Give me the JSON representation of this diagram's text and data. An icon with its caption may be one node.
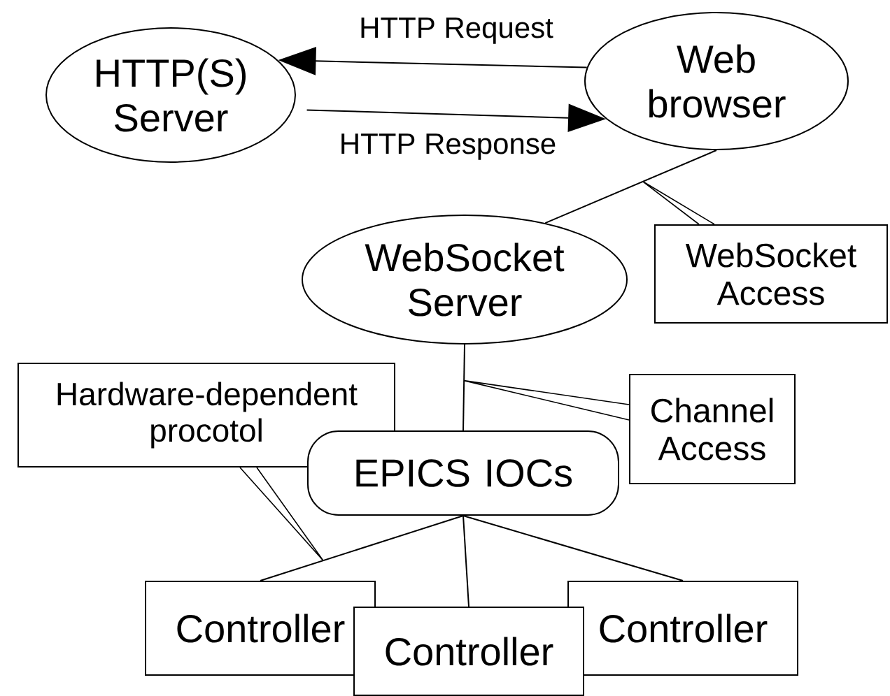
{
  "diagram": {
    "nodes": [
      {
        "text": [
          "HTTP(S) Server"
        ]
      },
      {
        "text": [
          "Web browser"
        ]
      },
      {
        "text": [
          "WebSocket Server"
        ]
      },
      {
        "text": [
          "WebSocket Access"
        ]
      },
      {
        "text": [
          "Hardware-dependent procotol"
        ]
      },
      {
        "text": [
          "Channel Access"
        ]
      },
      {
        "text": [
          "EPICS IOCs"
        ]
      },
      {
        "text": [
          "Controller"
        ]
      },
      {
        "text": [
          "Controller"
        ]
      },
      {
        "text": [
          "Controller"
        ]
      }
    ],
    "edges": [
      {
        "from": 1,
        "to": 0,
        "arrow": "to",
        "label": "HTTP Request"
      },
      {
        "from": 0,
        "to": 1,
        "arrow": "to",
        "label": "HTTP Response"
      },
      {
        "from": 1,
        "to": 2,
        "arrow": "none"
      },
      {
        "from": 2,
        "to": 6,
        "arrow": "none"
      },
      {
        "from": 6,
        "to": 7,
        "arrow": "none"
      },
      {
        "from": 6,
        "to": 8,
        "arrow": "none"
      },
      {
        "from": 6,
        "to": 9,
        "arrow": "none"
      },
      {
        "from": 3,
        "to": null,
        "arrow": "none"
      },
      {
        "from": 5,
        "to": null,
        "arrow": "none"
      },
      {
        "from": 4,
        "to": null,
        "arrow": "none"
      }
    ]
  }
}
